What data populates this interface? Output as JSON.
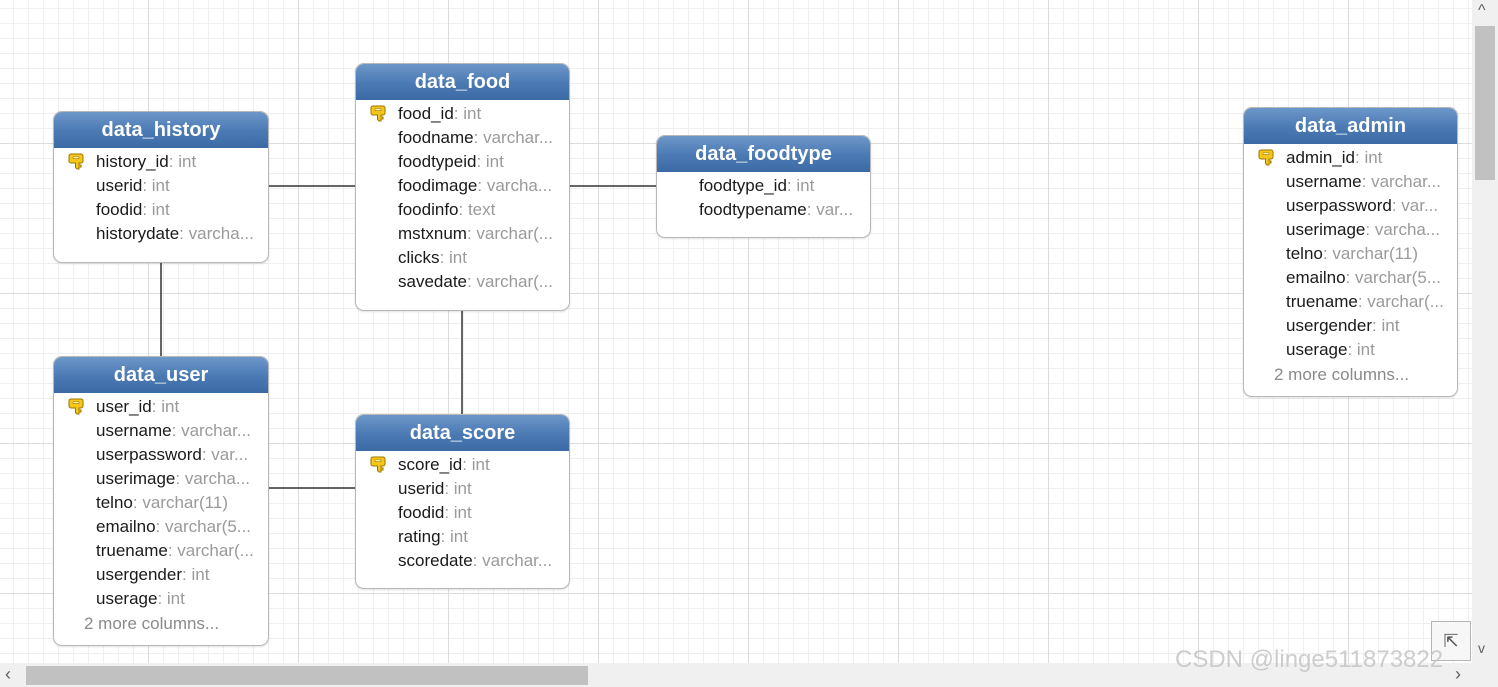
{
  "tables": [
    {
      "id": "data_history",
      "title": "data_history",
      "columns": [
        {
          "name": "history_id",
          "type": "int",
          "pk": true
        },
        {
          "name": "userid",
          "type": "int",
          "pk": false
        },
        {
          "name": "foodid",
          "type": "int",
          "pk": false
        },
        {
          "name": "historydate",
          "type": "varcha...",
          "pk": false
        }
      ],
      "more": ""
    },
    {
      "id": "data_food",
      "title": "data_food",
      "columns": [
        {
          "name": "food_id",
          "type": "int",
          "pk": true
        },
        {
          "name": "foodname",
          "type": "varchar...",
          "pk": false
        },
        {
          "name": "foodtypeid",
          "type": "int",
          "pk": false
        },
        {
          "name": "foodimage",
          "type": "varcha...",
          "pk": false
        },
        {
          "name": "foodinfo",
          "type": "text",
          "pk": false
        },
        {
          "name": "mstxnum",
          "type": "varchar(...",
          "pk": false
        },
        {
          "name": "clicks",
          "type": "int",
          "pk": false
        },
        {
          "name": "savedate",
          "type": "varchar(...",
          "pk": false
        }
      ],
      "more": ""
    },
    {
      "id": "data_foodtype",
      "title": "data_foodtype",
      "columns": [
        {
          "name": "foodtype_id",
          "type": "int",
          "pk": false
        },
        {
          "name": "foodtypename",
          "type": "var...",
          "pk": false
        }
      ],
      "more": ""
    },
    {
      "id": "data_admin",
      "title": "data_admin",
      "columns": [
        {
          "name": "admin_id",
          "type": "int",
          "pk": true
        },
        {
          "name": "username",
          "type": "varchar...",
          "pk": false
        },
        {
          "name": "userpassword",
          "type": "var...",
          "pk": false
        },
        {
          "name": "userimage",
          "type": "varcha...",
          "pk": false
        },
        {
          "name": "telno",
          "type": "varchar(11)",
          "pk": false
        },
        {
          "name": "emailno",
          "type": "varchar(5...",
          "pk": false
        },
        {
          "name": "truename",
          "type": "varchar(...",
          "pk": false
        },
        {
          "name": "usergender",
          "type": "int",
          "pk": false
        },
        {
          "name": "userage",
          "type": "int",
          "pk": false
        }
      ],
      "more": "2 more columns..."
    },
    {
      "id": "data_user",
      "title": "data_user",
      "columns": [
        {
          "name": "user_id",
          "type": "int",
          "pk": true
        },
        {
          "name": "username",
          "type": "varchar...",
          "pk": false
        },
        {
          "name": "userpassword",
          "type": "var...",
          "pk": false
        },
        {
          "name": "userimage",
          "type": "varcha...",
          "pk": false
        },
        {
          "name": "telno",
          "type": "varchar(11)",
          "pk": false
        },
        {
          "name": "emailno",
          "type": "varchar(5...",
          "pk": false
        },
        {
          "name": "truename",
          "type": "varchar(...",
          "pk": false
        },
        {
          "name": "usergender",
          "type": "int",
          "pk": false
        },
        {
          "name": "userage",
          "type": "int",
          "pk": false
        }
      ],
      "more": "2 more columns..."
    },
    {
      "id": "data_score",
      "title": "data_score",
      "columns": [
        {
          "name": "score_id",
          "type": "int",
          "pk": true
        },
        {
          "name": "userid",
          "type": "int",
          "pk": false
        },
        {
          "name": "foodid",
          "type": "int",
          "pk": false
        },
        {
          "name": "rating",
          "type": "int",
          "pk": false
        },
        {
          "name": "scoredate",
          "type": "varchar...",
          "pk": false
        }
      ],
      "more": ""
    }
  ],
  "relations": [
    {
      "from": "data_history",
      "to": "data_food"
    },
    {
      "from": "data_history",
      "to": "data_user"
    },
    {
      "from": "data_food",
      "to": "data_foodtype"
    },
    {
      "from": "data_food",
      "to": "data_score"
    },
    {
      "from": "data_user",
      "to": "data_score"
    }
  ],
  "watermark": "CSDN @linge511873822",
  "colors": {
    "header_top": "#6d97c9",
    "header_bottom": "#3c6aa4",
    "type_text": "#9a9a9a",
    "key_icon": "#f2c21b"
  },
  "icons": {
    "primary_key": "key-icon",
    "overview": "overview-arrow-icon"
  }
}
